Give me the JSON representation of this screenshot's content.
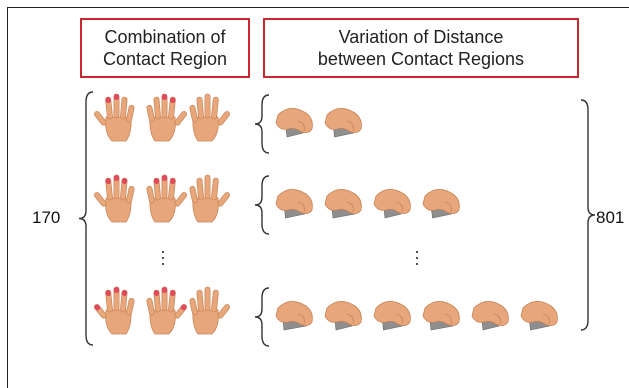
{
  "headers": {
    "left": {
      "line1": "Combination of",
      "line2": "Contact Region"
    },
    "right": {
      "line1": "Variation of Distance",
      "line2": "between Contact Regions"
    }
  },
  "counts": {
    "left": "170",
    "right": "801"
  },
  "rows": [
    {
      "name": "row-1",
      "contact_fingers": [
        "index",
        "middle"
      ],
      "grasp_count": 2
    },
    {
      "name": "row-2",
      "contact_fingers": [
        "index",
        "middle",
        "ring"
      ],
      "grasp_count": 4
    },
    {
      "name": "row-3",
      "contact_fingers": [
        "thumb",
        "index",
        "middle",
        "ring"
      ],
      "grasp_count": 6
    }
  ],
  "colors": {
    "header_border": "#c8282e",
    "skin": "#e8a77a",
    "skin_shade": "#c98458",
    "contact": "#e04a5a",
    "object": "#8e8e8e"
  },
  "icons": {
    "hand": "hand-icon",
    "grasp": "grasp-icon",
    "ellipsis": "vertical-ellipsis-icon"
  }
}
